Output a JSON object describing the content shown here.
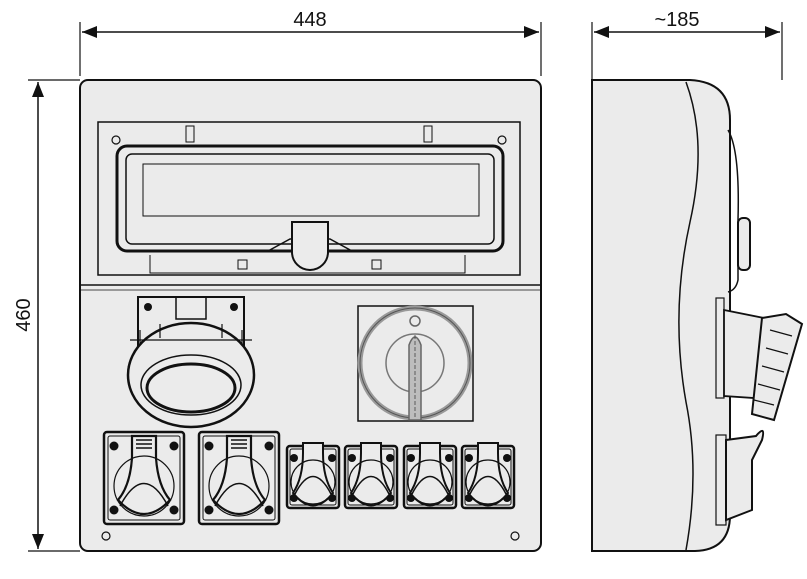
{
  "dimensions": {
    "width": "448",
    "height": "460",
    "depth": "~185"
  },
  "colors": {
    "panel": "#ebebeb",
    "line": "#111111",
    "handle": "#bdbdbd"
  }
}
